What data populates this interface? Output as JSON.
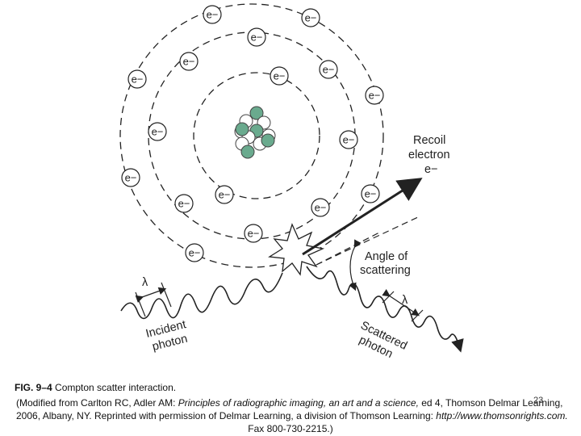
{
  "electron_symbol": "e−",
  "labels": {
    "recoil_1": "Recoil",
    "recoil_2": "electron",
    "recoil_e": "e−",
    "angle_1": "Angle of",
    "angle_2": "scattering",
    "incident_1": "Incident",
    "incident_2": "photon",
    "scattered_1": "Scattered",
    "scattered_2": "photon",
    "lambda": "λ"
  },
  "caption": {
    "fig_label": "FIG. 9–4",
    "fig_title": " Compton scatter interaction.",
    "credit_a": "(Modified from Carlton RC, Adler AM: ",
    "credit_title": "Principles of radiographic imaging, an art and a science,",
    "credit_b": " ed 4, Thomson Delmar Learning,",
    "credit_c": "2006, Albany, NY. Reprinted with permission of Delmar Learning, a division of Thomson Learning: ",
    "credit_url": "http://www.thomsonrights.com.",
    "credit_d": "Fax 800-730-2215.)"
  },
  "slide_number": "23",
  "colors": {
    "nucleus_green": "#6aaa8e",
    "line": "#222222"
  }
}
